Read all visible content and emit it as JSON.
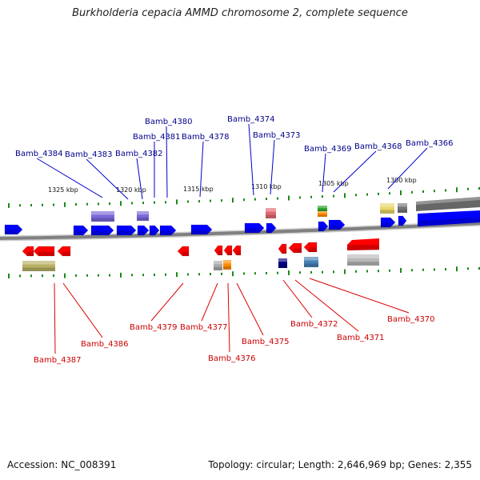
{
  "title": "Burkholderia cepacia AMMD chromosome 2, complete sequence",
  "footer": {
    "accession": "Accession: NC_008391",
    "topology": "Topology: circular; Length: 2,646,969 bp; Genes: 2,355"
  },
  "scale_labels": [
    "1325 kbp",
    "1320 kbp",
    "1315 kbp",
    "1310 kbp",
    "1305 kbp",
    "1300 kbp"
  ],
  "top_genes": [
    "Bamb_4384",
    "Bamb_4383",
    "Bamb_4382",
    "Bamb_4381",
    "Bamb_4380",
    "Bamb_4378",
    "Bamb_4374",
    "Bamb_4373",
    "Bamb_4369",
    "Bamb_4368",
    "Bamb_4366"
  ],
  "bottom_genes": [
    "Bamb_4387",
    "Bamb_4386",
    "Bamb_4379",
    "Bamb_4377",
    "Bamb_4376",
    "Bamb_4375",
    "Bamb_4372",
    "Bamb_4371",
    "Bamb_4370"
  ],
  "colors": {
    "forward_gene": "#0000ff",
    "reverse_gene": "#ff0000",
    "top_label": "#00008b",
    "bottom_label": "#cc0000",
    "tick": "#1a8a1a",
    "backbone": "#808080"
  }
}
